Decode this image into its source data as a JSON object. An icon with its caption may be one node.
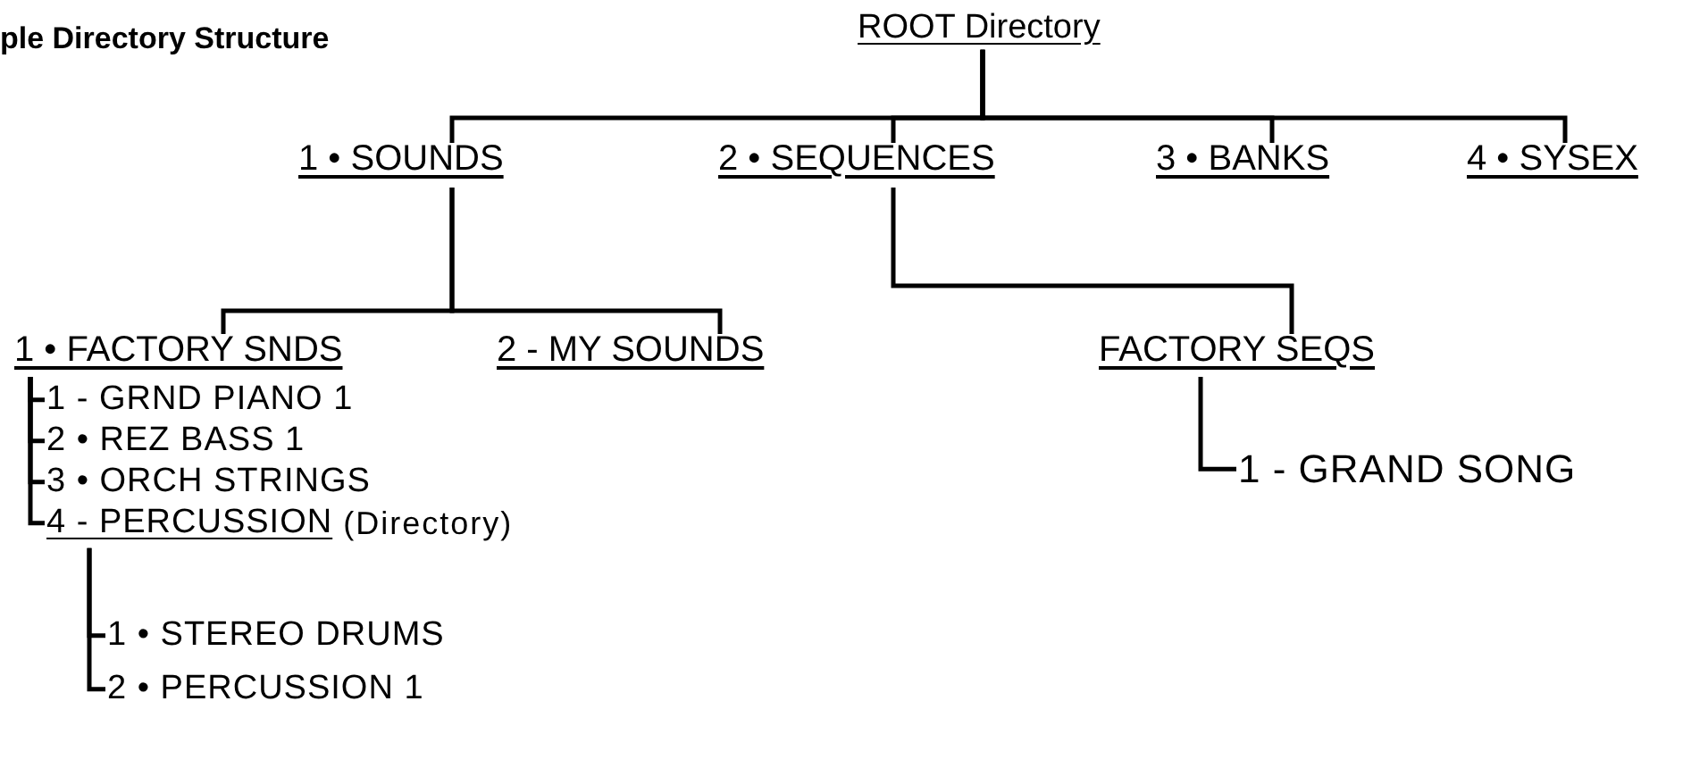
{
  "diagram": {
    "title": "ple Directory Structure",
    "nodes": [
      {
        "text": [
          "ROOT Directory"
        ]
      },
      {
        "text": [
          "1 • SOUNDS"
        ]
      },
      {
        "text": [
          "2 • SEQUENCES"
        ]
      },
      {
        "text": [
          "3 • BANKS"
        ]
      },
      {
        "text": [
          "4 • SYSEX"
        ]
      },
      {
        "text": [
          "1 • FACTORY SNDS"
        ]
      },
      {
        "text": [
          "2 - MY SOUNDS"
        ]
      },
      {
        "text": [
          "FACTORY SEQS"
        ]
      },
      {
        "text": [
          "1 - GRND PIANO 1"
        ]
      },
      {
        "text": [
          "2 • REZ BASS 1"
        ]
      },
      {
        "text": [
          "3 • ORCH STRINGS"
        ]
      },
      {
        "text": [
          "4 - PERCUSSION"
        ],
        "beside": [
          "(Directory)"
        ]
      },
      {
        "text": [
          "1 • STEREO DRUMS"
        ]
      },
      {
        "text": [
          "2 • PERCUSSION 1"
        ]
      },
      {
        "text": [
          "1 - GRAND SONG"
        ]
      }
    ],
    "edges": [
      {
        "from": 0,
        "to": 1,
        "arrow": "none"
      },
      {
        "from": 0,
        "to": 2,
        "arrow": "none"
      },
      {
        "from": 0,
        "to": 3,
        "arrow": "none"
      },
      {
        "from": 0,
        "to": 4,
        "arrow": "none"
      },
      {
        "from": 1,
        "to": 5,
        "arrow": "none"
      },
      {
        "from": 1,
        "to": 6,
        "arrow": "none"
      },
      {
        "from": 2,
        "to": 7,
        "arrow": "none"
      },
      {
        "from": 5,
        "to": 8,
        "arrow": "none"
      },
      {
        "from": 5,
        "to": 9,
        "arrow": "none"
      },
      {
        "from": 5,
        "to": 10,
        "arrow": "none"
      },
      {
        "from": 5,
        "to": 11,
        "arrow": "none"
      },
      {
        "from": 11,
        "to": 12,
        "arrow": "none"
      },
      {
        "from": 11,
        "to": 13,
        "arrow": "none"
      },
      {
        "from": 7,
        "to": 14,
        "arrow": "none"
      }
    ]
  }
}
